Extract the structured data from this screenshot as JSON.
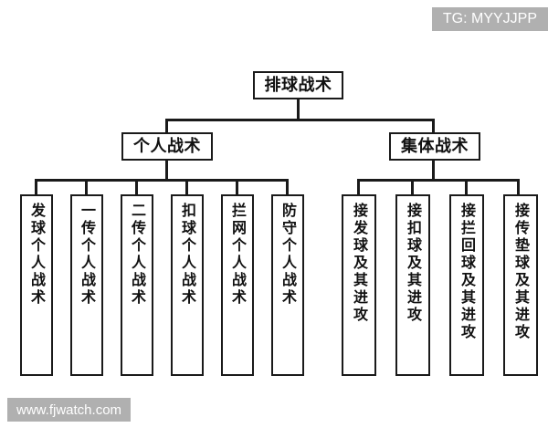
{
  "diagram": {
    "title": "排球战术",
    "root": {
      "label": "排球战术"
    },
    "branches": [
      {
        "id": "individual",
        "label": "个人战术",
        "leaves": [
          {
            "label": "发球个人战术"
          },
          {
            "label": "一传个人战术"
          },
          {
            "label": "二传个人战术"
          },
          {
            "label": "扣球个人战术"
          },
          {
            "label": "拦网个人战术"
          },
          {
            "label": "防守个人战术"
          }
        ]
      },
      {
        "id": "team",
        "label": "集体战术",
        "leaves": [
          {
            "label": "接发球及其进攻"
          },
          {
            "label": "接扣球及其进攻"
          },
          {
            "label": "接拦回球及其进攻"
          },
          {
            "label": "接传垫球及其进攻"
          }
        ]
      }
    ]
  },
  "watermarks": {
    "top_right": "TG: MYYJJPP",
    "bottom_left": "www.fjwatch.com"
  },
  "colors": {
    "background": "#ffffff",
    "line": "#1a1a1a",
    "text": "#111111",
    "watermark_bg": "#b0b0b0",
    "watermark_text": "#ffffff"
  }
}
